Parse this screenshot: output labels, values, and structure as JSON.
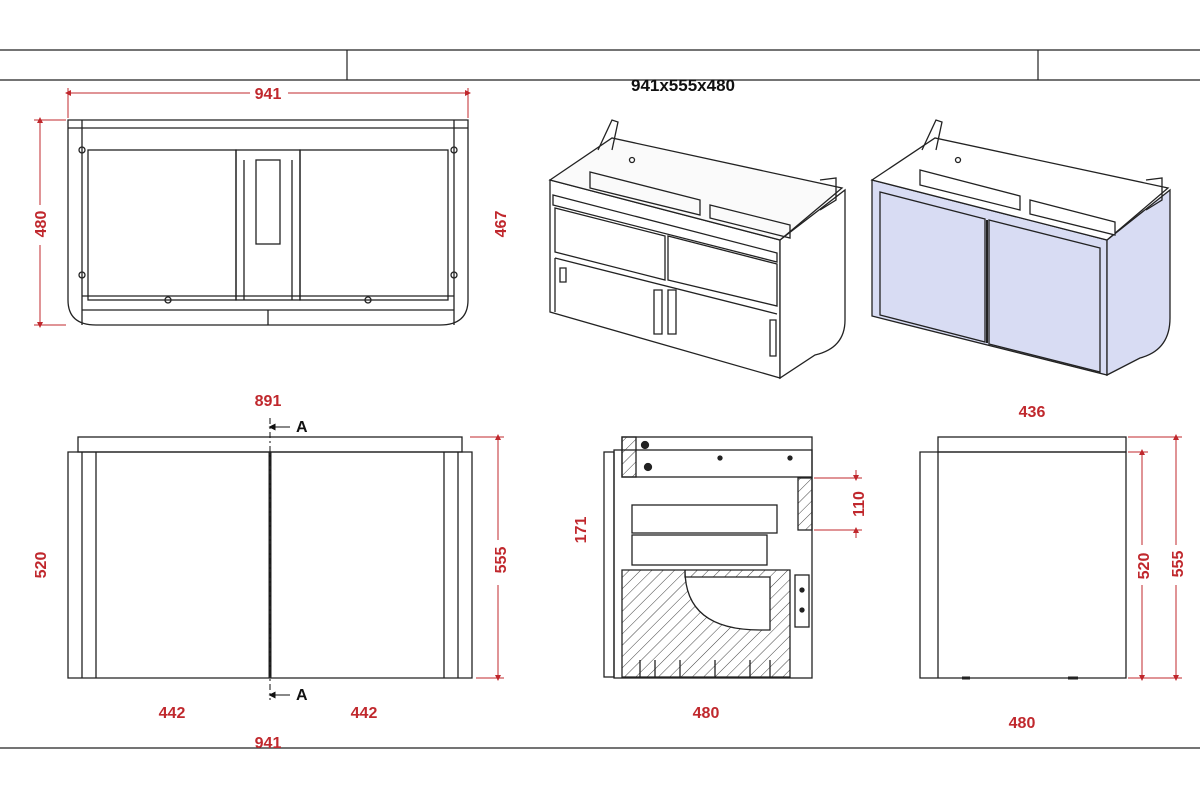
{
  "title_block": {
    "title": "941x555x480"
  },
  "colors": {
    "outline": "#222222",
    "dimension": "#c0282d",
    "door_fill": "#d8dcf3",
    "hatch": "#444444"
  },
  "top_view": {
    "width_label": "941",
    "depth_left_label": "480",
    "depth_right_label": "467"
  },
  "front_view": {
    "top_width_label": "891",
    "section_mark_top": "A",
    "section_mark_bottom": "A",
    "door_left_label": "442",
    "door_right_label": "442",
    "total_width_label": "941",
    "body_height_label": "520",
    "total_height_label": "555"
  },
  "section_view": {
    "height_label": "171",
    "drawer_label": "110",
    "depth_label": "480"
  },
  "side_view": {
    "top_label": "436",
    "body_height_label": "520",
    "total_height_label": "555",
    "depth_label": "480"
  },
  "iso_views": {
    "open": "iso-open",
    "closed": "iso-closed"
  }
}
